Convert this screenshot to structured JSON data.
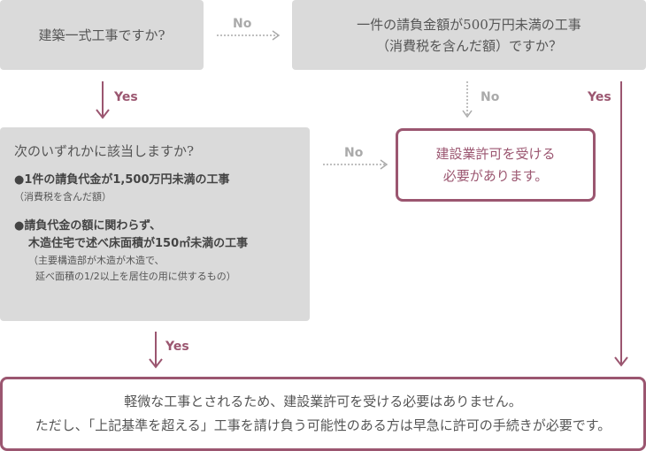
{
  "q1": {
    "text": "建築一式工事ですか?"
  },
  "q2": {
    "line1": "一件の請負金額が500万円未満の工事",
    "line2": "（消費税を含んだ額）ですか？"
  },
  "q3": {
    "title": "次のいずれかに該当しますか?",
    "item1": "●1件の請負代金が1,500万円未満の工事",
    "item1_note": "（消費税を含んだ額）",
    "item2_line1": "●請負代金の額に関わらず、",
    "item2_line2": "木造住宅で述べ床面積が150㎡未満の工事",
    "item2_note1": "（主要構造部が木造が木造で、",
    "item2_note2": "延べ面積の1/2以上を居住の用に供するもの）"
  },
  "result1": {
    "line1": "建設業許可を受ける",
    "line2": "必要があります。"
  },
  "result2": {
    "line1": "軽微な工事とされるため、建設業許可を受ける必要はありません。",
    "line2": "ただし、「上記基準を超える」工事を請け負う可能性のある方は早急に許可の手続きが必要です。"
  },
  "labels": {
    "no": "No",
    "yes": "Yes"
  },
  "colors": {
    "accent": "#9b5670",
    "gray_box": "#dadada",
    "no_arrow": "#aaaaaa"
  }
}
